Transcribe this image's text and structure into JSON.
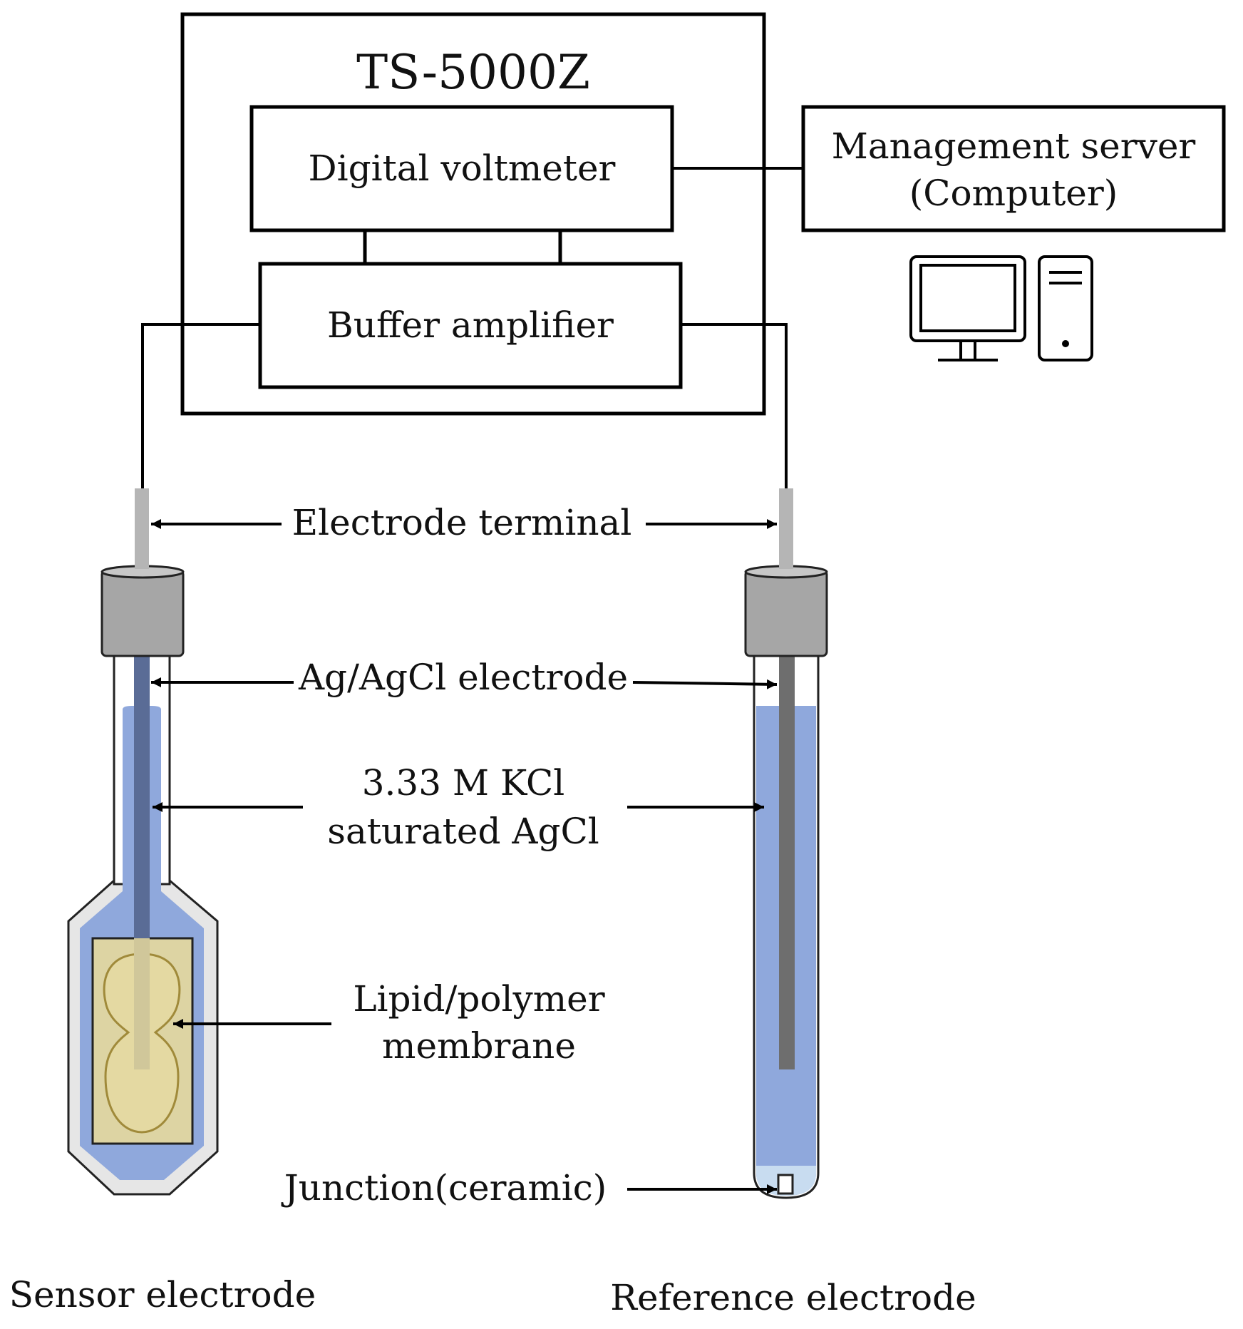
{
  "instrument": {
    "title": "TS-5000Z",
    "voltmeter_label": "Digital voltmeter",
    "amplifier_label": "Buffer amplifier"
  },
  "server": {
    "line1": "Management server",
    "line2": "(Computer)",
    "icon": "computer-icon"
  },
  "labels": {
    "electrode_terminal": "Electrode terminal",
    "ag_agcl": "Ag/AgCl electrode",
    "kcl_line1": "3.33 M KCl",
    "kcl_line2": "saturated AgCl",
    "membrane_line1": "Lipid/polymer",
    "membrane_line2": "membrane",
    "junction": "Junction(ceramic)",
    "sensor_electrode": "Sensor electrode",
    "reference_electrode": "Reference electrode"
  },
  "colors": {
    "solution": "#8fa8dc",
    "silver_wire": "#6e6e6e",
    "cap": "#a6a6a6",
    "membrane": "#ddd4a3",
    "membrane_outline": "#a08a3a",
    "glass_body": "#e6e6e6"
  }
}
